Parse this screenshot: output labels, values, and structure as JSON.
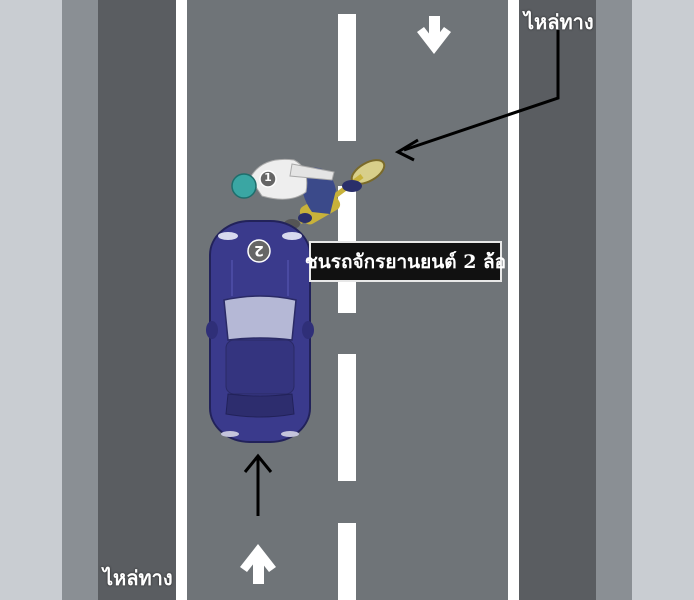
{
  "labels": {
    "sidewalk_top": "ไหล่ทาง",
    "sidewalk_bottom": "ไหล่ทาง",
    "collision_note": "ชนรถจักรยานยนต์ 2 ล้อ"
  },
  "vehicles": {
    "motorcycle_number": "1",
    "car_number": "2"
  },
  "colors": {
    "road": "#6f7478",
    "shoulder": "#5a5d61",
    "outer_light": "#c9cdd2",
    "edge_line": "#ffffff",
    "car_body": "#3a3a8c",
    "rider_shirt": "#eeeeee",
    "rider_pants": "#3b4a8a",
    "helmet": "#3aa6a3",
    "callout_bg": "#111111"
  },
  "icons": [
    "arrow-down-icon",
    "arrow-up-icon",
    "pointer-arrow-icon"
  ]
}
